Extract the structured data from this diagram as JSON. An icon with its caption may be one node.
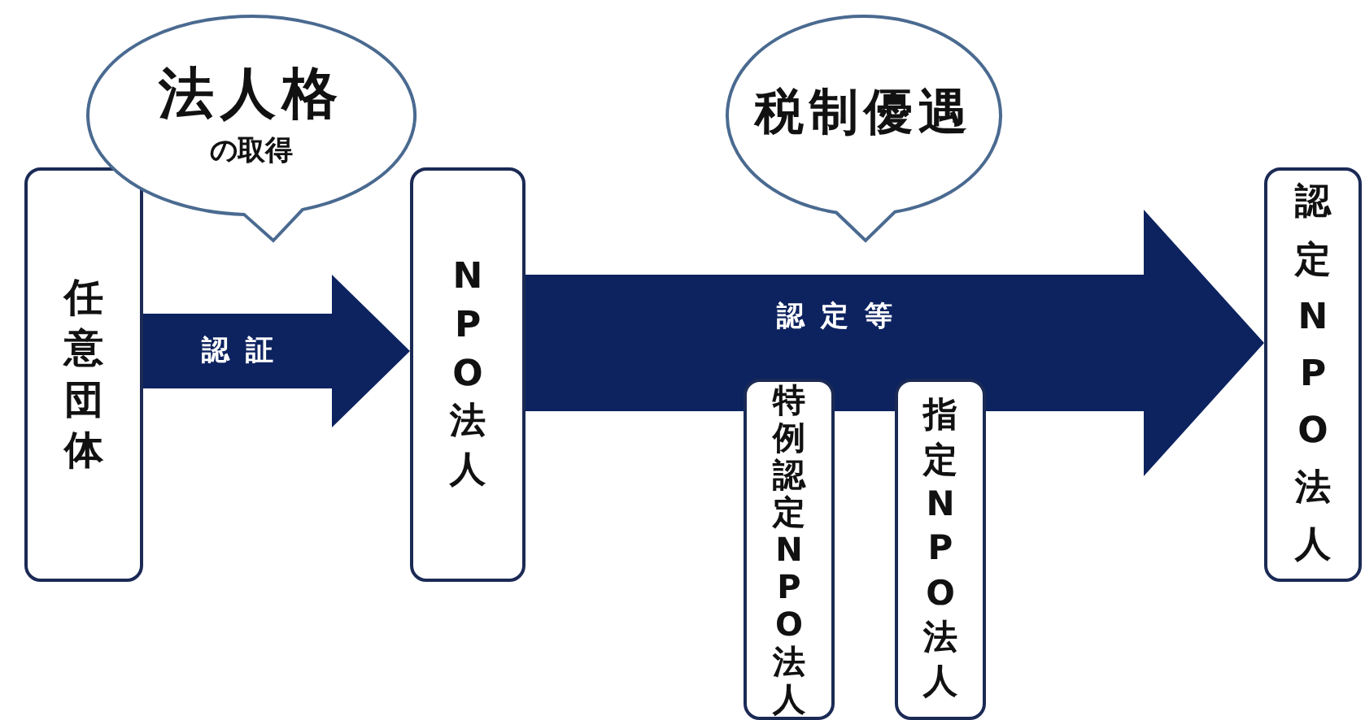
{
  "diagram": {
    "nodes": [
      {
        "text": [
          "任意団体"
        ]
      },
      {
        "text": [
          "NPO法人"
        ]
      },
      {
        "text": [
          "認定NPO法人"
        ]
      },
      {
        "text": [
          "特例認定NPO法人"
        ]
      },
      {
        "text": [
          "指定NPO法人"
        ]
      },
      {
        "text": [
          "法人格",
          "の取得"
        ]
      },
      {
        "text": [
          "税制優遇"
        ]
      }
    ],
    "edges": [
      {
        "from": 0,
        "to": 1,
        "arrow": "to",
        "label": "認証"
      },
      {
        "from": 1,
        "to": 2,
        "arrow": "to",
        "label": "認定等"
      }
    ]
  }
}
